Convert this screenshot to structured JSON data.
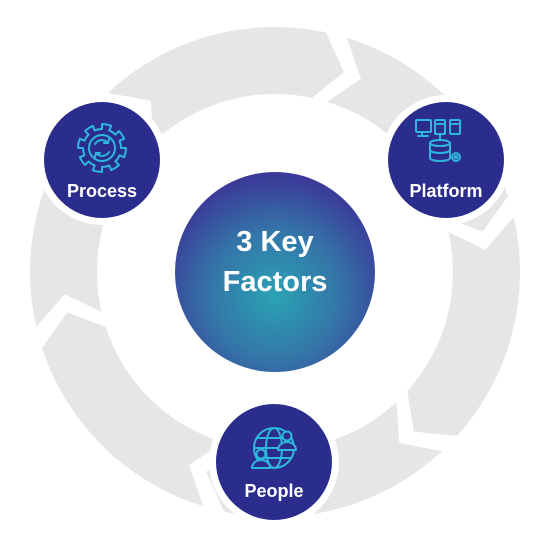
{
  "colors": {
    "ring": "#e6e6e6",
    "node_fill": "#2b2d8c",
    "node_ring": "#ffffff",
    "center_outer": "#3b3a98",
    "center_inner": "#2aa3b4",
    "icon_stroke": "#2fb6dc",
    "text": "#ffffff"
  },
  "center": {
    "line1": "3 Key",
    "line2": "Factors"
  },
  "nodes": [
    {
      "id": "process",
      "label": "Process",
      "icon": "gear-cycle-icon"
    },
    {
      "id": "platform",
      "label": "Platform",
      "icon": "computers-database-icon"
    },
    {
      "id": "people",
      "label": "People",
      "icon": "globe-people-icon"
    }
  ]
}
